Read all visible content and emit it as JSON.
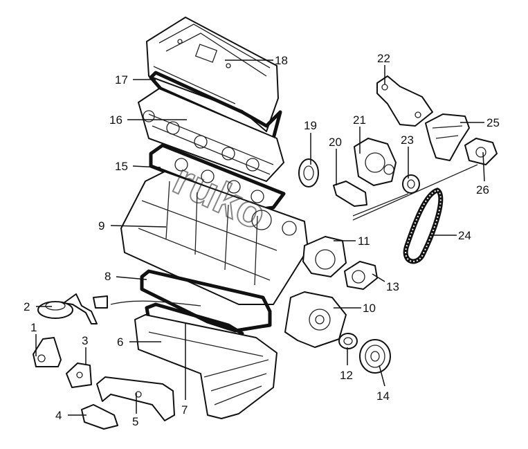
{
  "callouts": [
    "1",
    "2",
    "3",
    "4",
    "5",
    "6",
    "7",
    "8",
    "9",
    "10",
    "11",
    "12",
    "13",
    "14",
    "15",
    "16",
    "17",
    "18",
    "19",
    "20",
    "21",
    "22",
    "23",
    "24",
    "25",
    "26"
  ],
  "watermark": "ruko",
  "colors": {
    "line": "#111111",
    "background": "#ffffff"
  }
}
